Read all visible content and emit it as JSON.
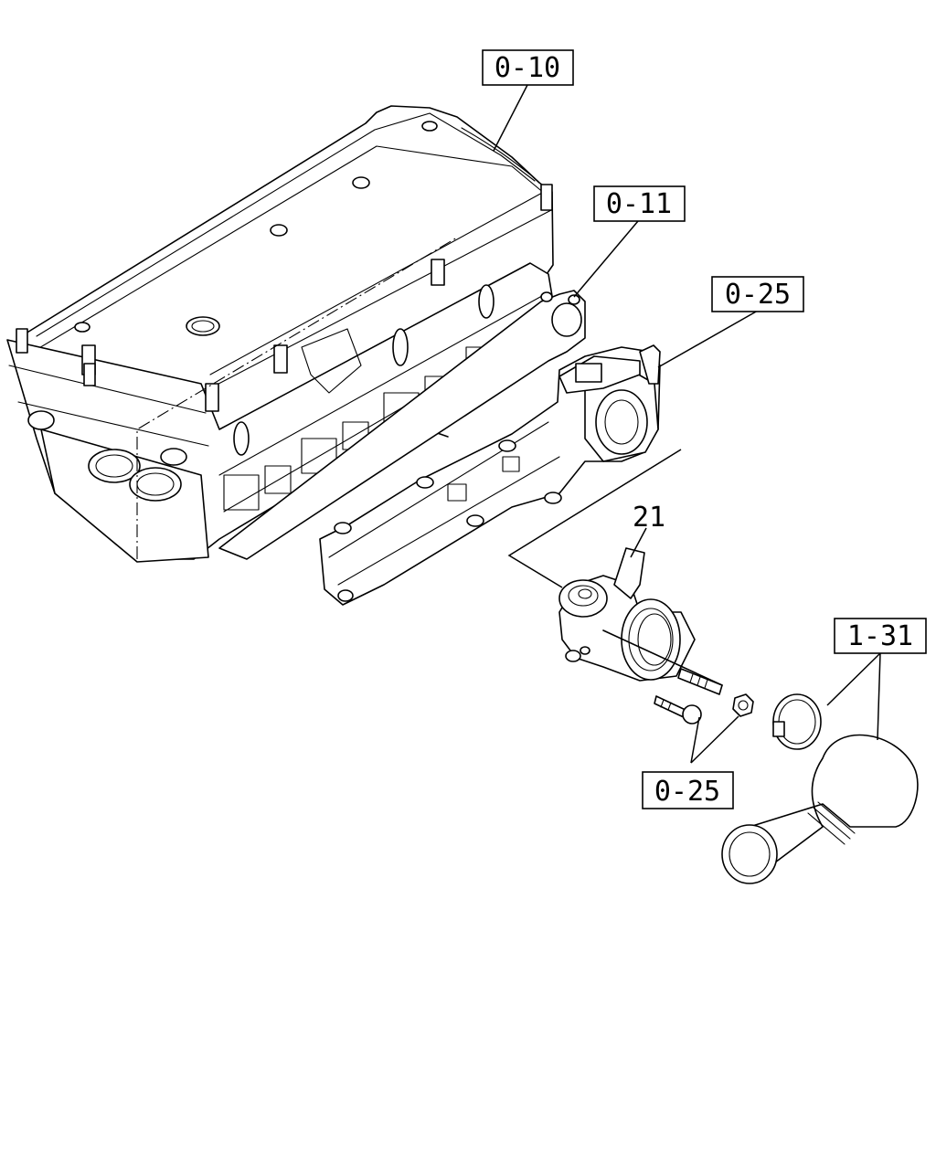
{
  "callouts": {
    "ref_0_10": "0-10",
    "ref_0_11": "0-11",
    "ref_0_25_upper": "0-25",
    "ref_0_25_lower": "0-25",
    "ref_1_31": "1-31"
  },
  "part_numbers": {
    "part_21": "21"
  }
}
